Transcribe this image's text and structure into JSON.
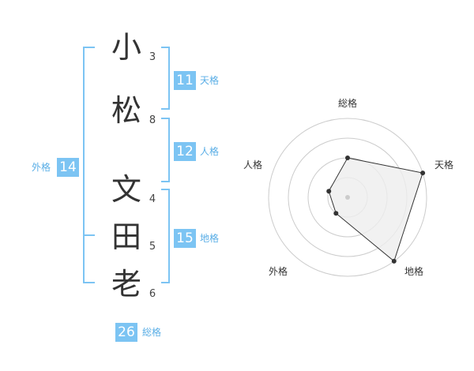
{
  "name": {
    "chars": [
      {
        "char": "小",
        "strokes": "3"
      },
      {
        "char": "松",
        "strokes": "8"
      },
      {
        "char": "文",
        "strokes": "4"
      },
      {
        "char": "田",
        "strokes": "5"
      },
      {
        "char": "老",
        "strokes": "6"
      }
    ]
  },
  "kakusu": {
    "tenkaku": {
      "value": "11",
      "label": "天格"
    },
    "jinkaku": {
      "value": "12",
      "label": "人格"
    },
    "chikaku": {
      "value": "15",
      "label": "地格"
    },
    "gaikaku": {
      "value": "14",
      "label": "外格"
    },
    "soukaku": {
      "value": "26",
      "label": "総格"
    }
  },
  "bracket_color": "#7cc4f3",
  "chart_data": {
    "type": "radar",
    "axes": [
      "総格",
      "天格",
      "地格",
      "外格",
      "人格"
    ],
    "levels": 4,
    "values": [
      2,
      4,
      4,
      1,
      1
    ],
    "max": 4,
    "fill": "#eeeeee",
    "line_color": "#333333"
  }
}
